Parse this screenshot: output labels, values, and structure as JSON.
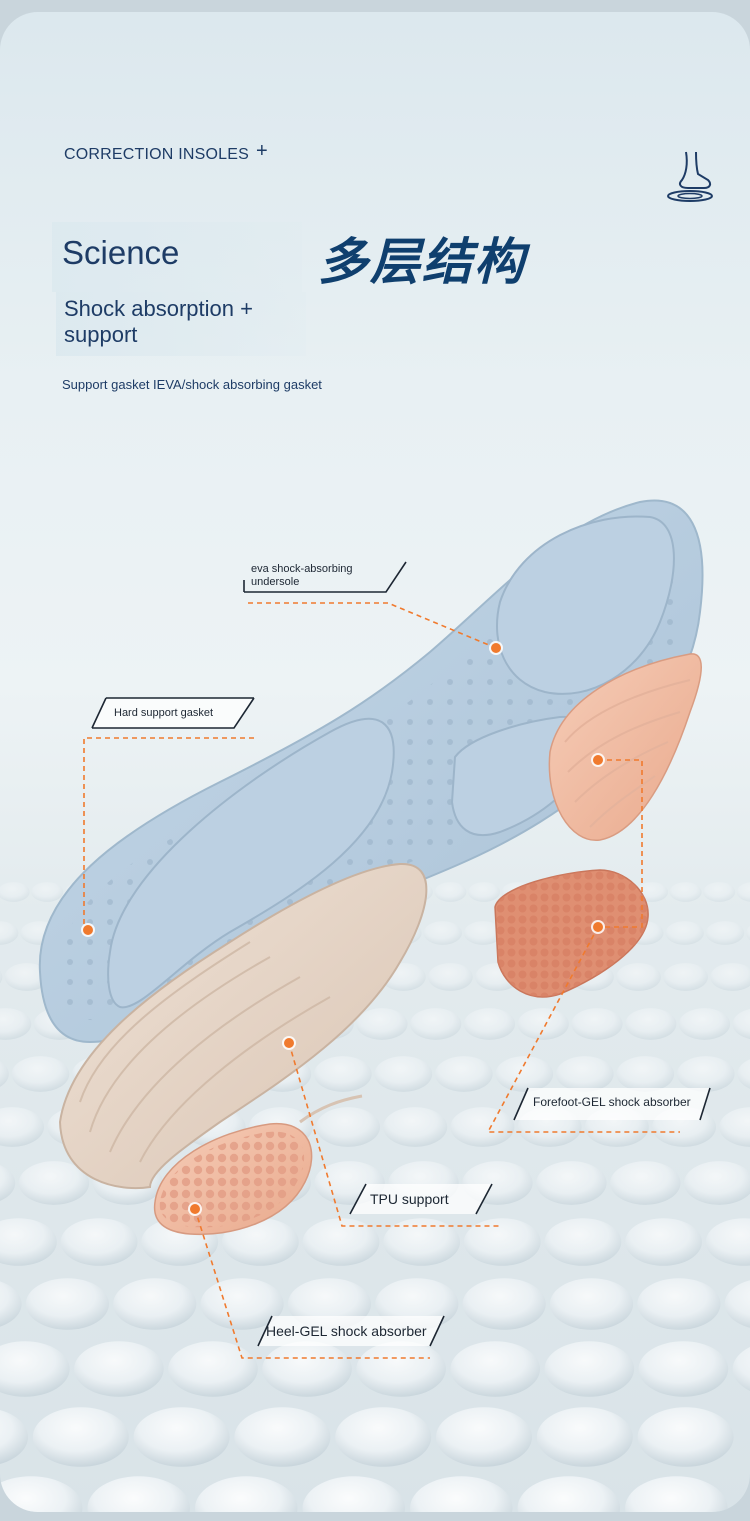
{
  "header": {
    "brand": "CORRECTION INSOLES",
    "plus": "+",
    "title": "Science",
    "title_cn": "多层结构",
    "subtitle": "Shock absorption + support",
    "description": "Support gasket IEVA/shock absorbing gasket"
  },
  "callouts": {
    "eva": "eva shock-absorbing undersole",
    "eva_line1": "eva shock-absorbing",
    "eva_line2": "undersole",
    "hard": "Hard support gasket",
    "forefoot": "Forefoot-GEL shock absorber",
    "tpu": "TPU support",
    "heel": "Heel-GEL shock absorber"
  },
  "colors": {
    "accent": "#f07a2e",
    "navy": "#1e3c66",
    "insole_blue": "#b6cde0",
    "gel_pink": "#f1bca3",
    "tpu_beige": "#e6d3c4"
  },
  "icons": {
    "foot": "foot-icon",
    "marker": "orange-dot-marker"
  }
}
